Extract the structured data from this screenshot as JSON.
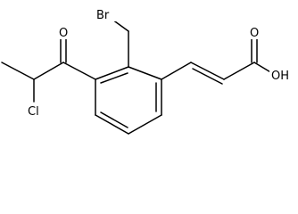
{
  "molecule": {
    "atoms": {
      "Br": "Br",
      "O_ketone": "O",
      "Cl": "Cl",
      "O_carbonyl": "O",
      "OH": "OH"
    }
  }
}
